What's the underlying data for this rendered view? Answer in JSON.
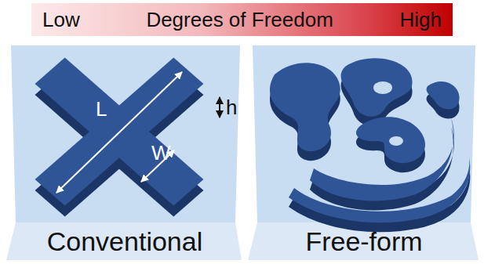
{
  "diagram": {
    "nodes": [
      {
        "text": [
          "Low",
          "Degrees of Freedom",
          "High"
        ]
      },
      {
        "text": [
          "Conventional"
        ]
      },
      {
        "text": [
          "Free-form"
        ]
      }
    ],
    "labels": [
      "L",
      "W",
      "h"
    ]
  }
}
